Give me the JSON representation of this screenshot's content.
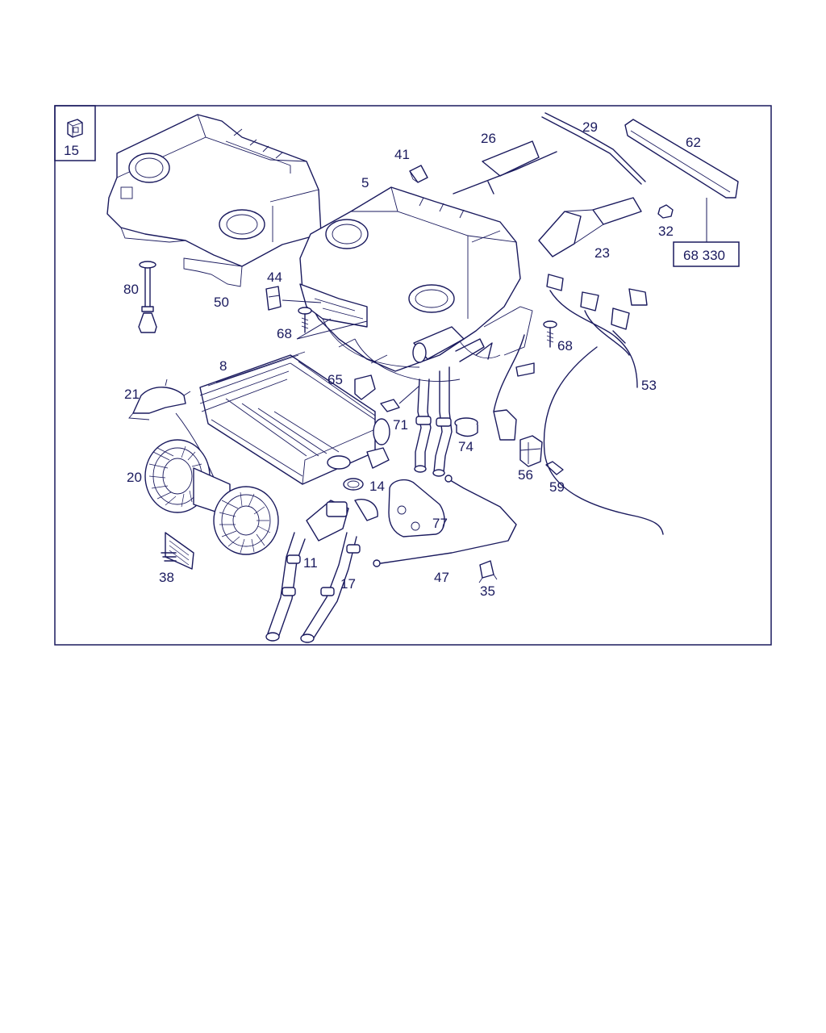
{
  "colors": {
    "line": "#1a1a5e",
    "background": "#ffffff"
  },
  "legend_box": {
    "label": "15"
  },
  "reference_box": {
    "label": "68 330"
  },
  "part_labels": {
    "p5": "5",
    "p8": "8",
    "p11": "11",
    "p14": "14",
    "p15": "15",
    "p17": "17",
    "p20": "20",
    "p21": "21",
    "p23": "23",
    "p26": "26",
    "p29": "29",
    "p32": "32",
    "p35": "35",
    "p38": "38",
    "p41": "41",
    "p44": "44",
    "p47": "47",
    "p50": "50",
    "p53": "53",
    "p56": "56",
    "p59": "59",
    "p62": "62",
    "p65": "65",
    "p68a": "68",
    "p68b": "68",
    "p71": "71",
    "p74": "74",
    "p77": "77",
    "p80": "80"
  }
}
